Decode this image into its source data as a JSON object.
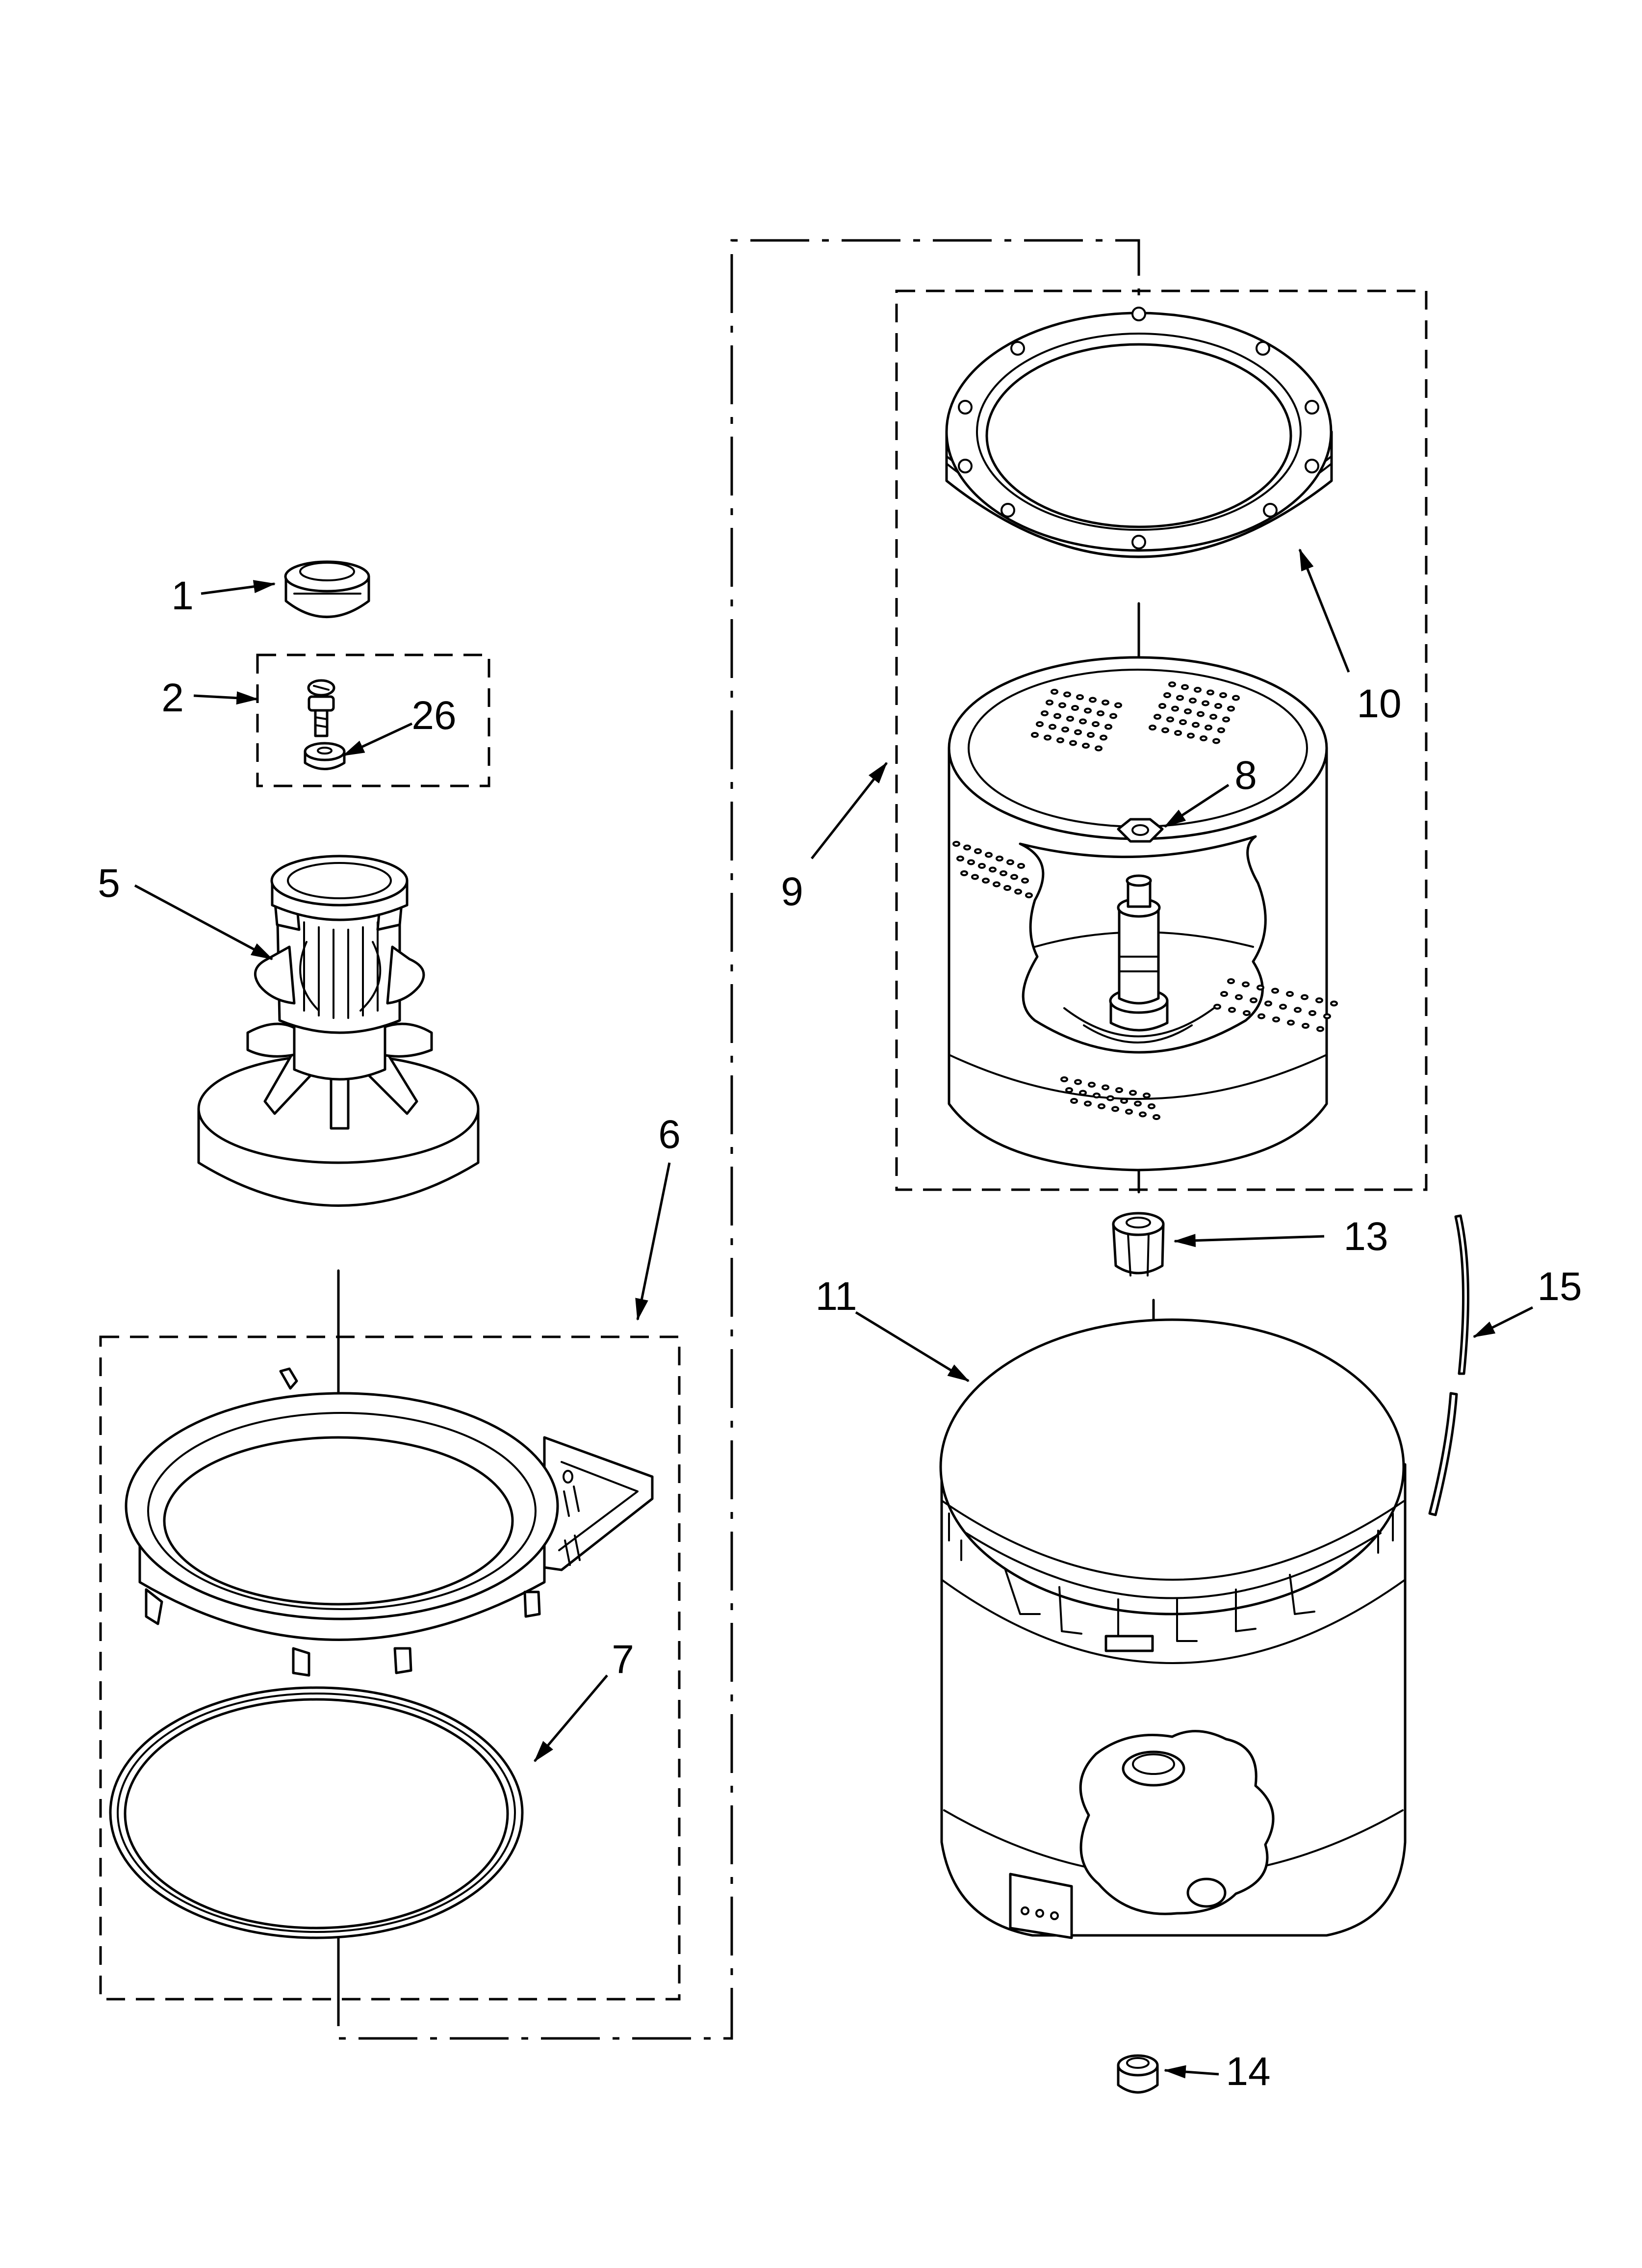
{
  "callouts": {
    "c1": "1",
    "c2": "2",
    "c5": "5",
    "c6": "6",
    "c7": "7",
    "c8": "8",
    "c9": "9",
    "c10": "10",
    "c11": "11",
    "c13": "13",
    "c14": "14",
    "c15": "15",
    "c26": "26"
  }
}
